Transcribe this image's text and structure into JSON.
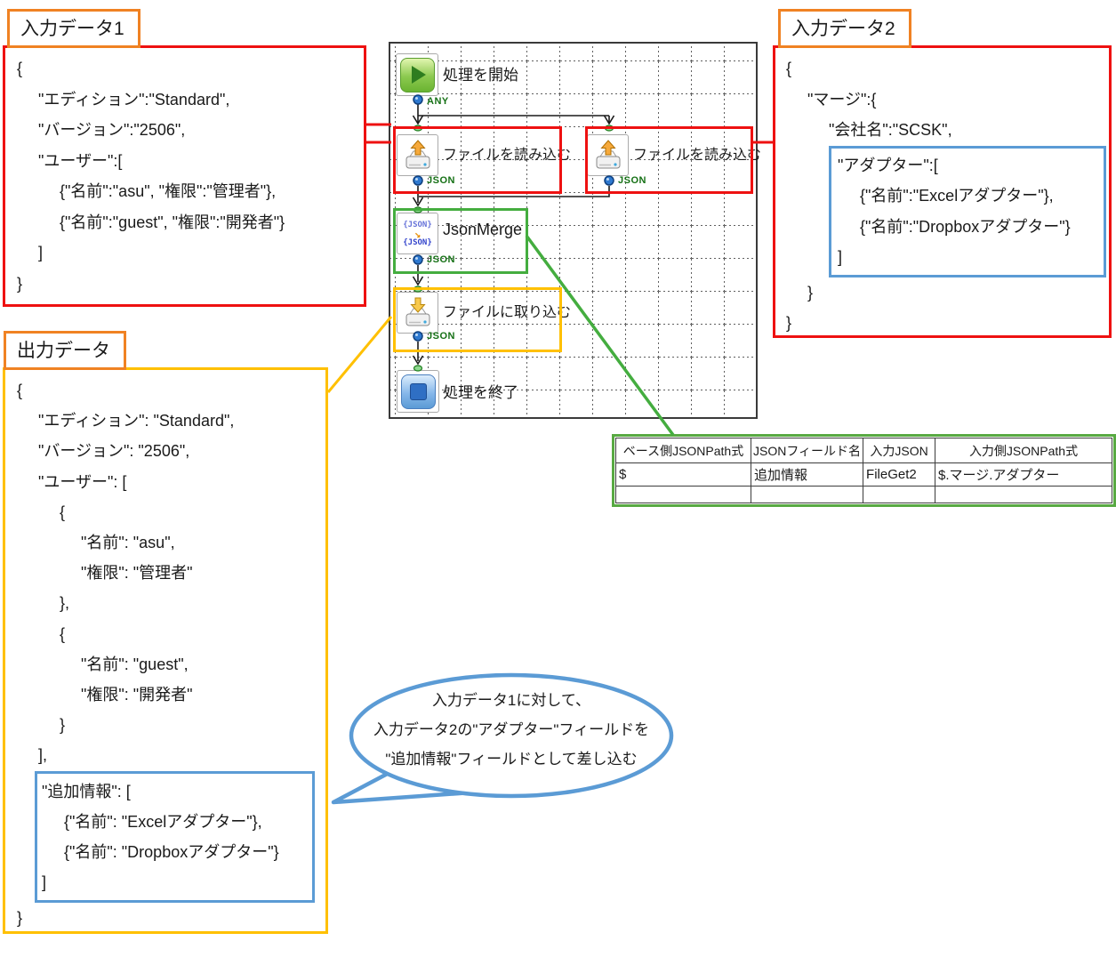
{
  "labels": {
    "input1": "入力データ1",
    "input2": "入力データ2",
    "output": "出力データ"
  },
  "input1": {
    "lines": [
      {
        "t": "{",
        "i": 0
      },
      {
        "t": "\"エディション\":\"Standard\",",
        "i": 1
      },
      {
        "t": "\"バージョン\":\"2506\",",
        "i": 1
      },
      {
        "t": "\"ユーザー\":[",
        "i": 1
      },
      {
        "t": "{\"名前\":\"asu\", \"権限\":\"管理者\"},",
        "i": 2
      },
      {
        "t": "{\"名前\":\"guest\", \"権限\":\"開発者\"}",
        "i": 2
      },
      {
        "t": "]",
        "i": 1
      },
      {
        "t": "}",
        "i": 0
      }
    ]
  },
  "input2": {
    "pre": [
      {
        "t": "{",
        "i": 0
      },
      {
        "t": "\"マージ\":{",
        "i": 1
      },
      {
        "t": "\"会社名\":\"SCSK\",",
        "i": 2
      }
    ],
    "boxed": [
      {
        "t": "\"アダプター\":[",
        "i": 0
      },
      {
        "t": "{\"名前\":\"Excelアダプター\"},",
        "i": 1
      },
      {
        "t": "{\"名前\":\"Dropboxアダプター\"}",
        "i": 1
      },
      {
        "t": "]",
        "i": 0
      }
    ],
    "post": [
      {
        "t": "}",
        "i": 1
      },
      {
        "t": "}",
        "i": 0
      }
    ]
  },
  "output": {
    "pre": [
      {
        "t": "{",
        "i": 0
      },
      {
        "t": "\"エディション\": \"Standard\",",
        "i": 1
      },
      {
        "t": "\"バージョン\": \"2506\",",
        "i": 1
      },
      {
        "t": "\"ユーザー\": [",
        "i": 1
      },
      {
        "t": "{",
        "i": 2
      },
      {
        "t": "\"名前\": \"asu\",",
        "i": 3
      },
      {
        "t": "\"権限\": \"管理者\"",
        "i": 3
      },
      {
        "t": "},",
        "i": 2
      },
      {
        "t": "{",
        "i": 2
      },
      {
        "t": "\"名前\": \"guest\",",
        "i": 3
      },
      {
        "t": "\"権限\": \"開発者\"",
        "i": 3
      },
      {
        "t": "}",
        "i": 2
      },
      {
        "t": "],",
        "i": 1
      }
    ],
    "boxed": [
      {
        "t": "\"追加情報\": [",
        "i": 0
      },
      {
        "t": "{\"名前\": \"Excelアダプター\"},",
        "i": 1
      },
      {
        "t": "{\"名前\": \"Dropboxアダプター\"}",
        "i": 1
      },
      {
        "t": "]",
        "i": 0
      }
    ],
    "post": [
      {
        "t": "}",
        "i": 0
      }
    ]
  },
  "flow": {
    "start": {
      "label": "処理を開始",
      "port": "ANY"
    },
    "read_left": {
      "label": "ファイルを読み込む",
      "port": "JSON"
    },
    "read_right": {
      "label": "ファイルを読み込む",
      "port": "JSON"
    },
    "merge": {
      "label": "JsonMerge",
      "port": "JSON",
      "icon_text": "{JSON}"
    },
    "write": {
      "label": "ファイルに取り込む",
      "port": "JSON"
    },
    "end": {
      "label": "処理を終了"
    }
  },
  "merge_table": {
    "headers": [
      "ベース側JSONPath式",
      "JSONフィールド名",
      "入力JSON",
      "入力側JSONPath式"
    ],
    "rows": [
      [
        "$",
        "追加情報",
        "FileGet2",
        "$.マージ.アダプター"
      ],
      [
        "",
        "",
        "",
        ""
      ]
    ]
  },
  "bubble": {
    "lines": [
      "入力データ1に対して、",
      "入力データ2の\"アダプター\"フィールドを",
      "\"追加情報\"フィールドとして差し込む"
    ]
  },
  "colors": {
    "annotation_red": "#EE1111",
    "annotation_orange": "#F08223",
    "annotation_yellow": "#FFC000",
    "annotation_green": "#44AD3F",
    "annotation_blue": "#5B9BD5",
    "port_green_text": "#157015"
  }
}
